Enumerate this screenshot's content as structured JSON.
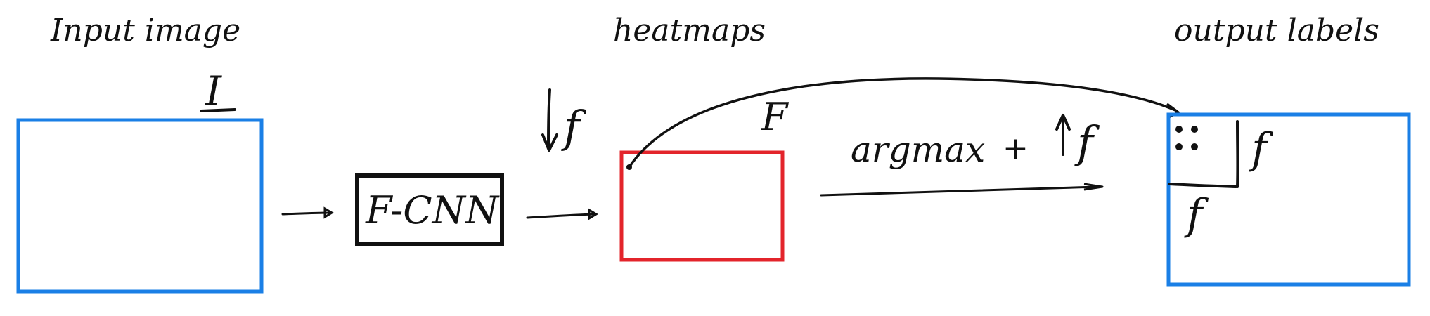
{
  "labels": {
    "input_image": "Input image",
    "heatmaps": "heatmaps",
    "output_labels": "output labels"
  },
  "annotations": {
    "input_symbol": "I",
    "downsample": "f",
    "heatmap_symbol": "F",
    "cnn_block": "F-CNN",
    "argmax_upsample_text": "argmax",
    "plus": "+",
    "upsample": "f",
    "patch_width": "f",
    "patch_height": "f"
  },
  "colors": {
    "input_box": "#1a7fe6",
    "heatmap_box": "#e3242b",
    "output_box": "#1a7fe6",
    "ink": "#111111"
  }
}
